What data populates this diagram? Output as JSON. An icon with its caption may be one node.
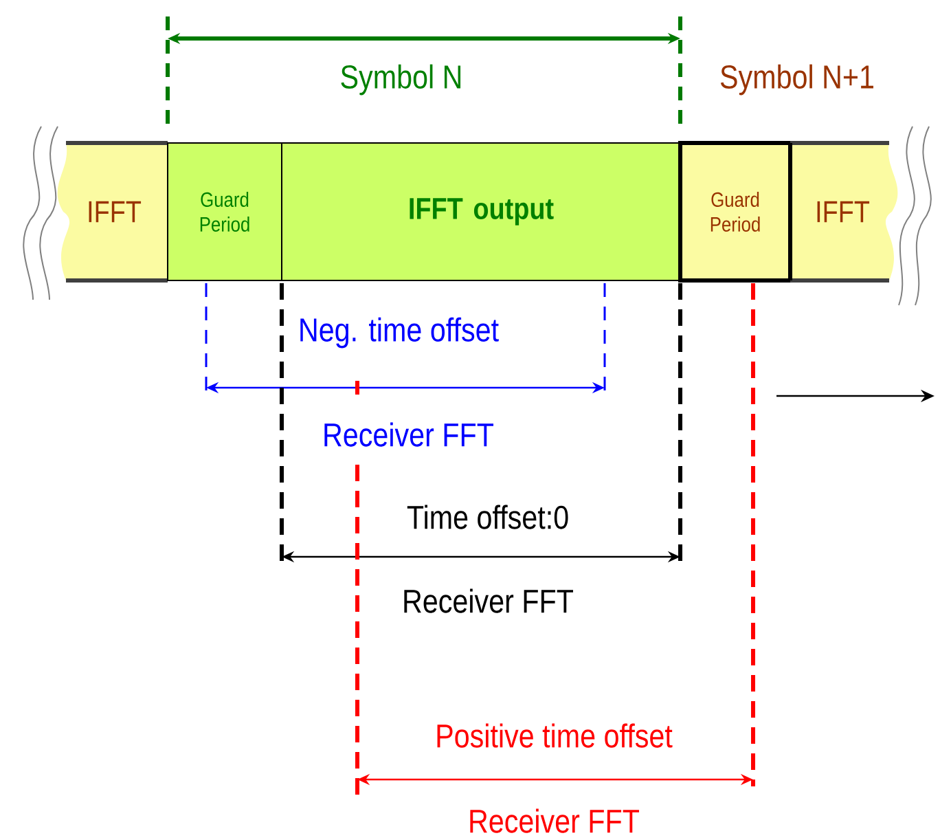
{
  "diagram": {
    "nodes": [
      {
        "text": [
          "IFFT"
        ]
      },
      {
        "text": [
          "Guard Period"
        ]
      },
      {
        "text": [
          "IFFT output"
        ]
      },
      {
        "text": [
          "Guard Period"
        ]
      },
      {
        "text": [
          "IFFT"
        ]
      }
    ],
    "labels": [
      "Symbol N",
      "Symbol N+1",
      "Neg. time offset",
      "Receiver FFT",
      "Time offset:0",
      "Receiver FFT",
      "Positive time offset",
      "Receiver FFT"
    ]
  }
}
